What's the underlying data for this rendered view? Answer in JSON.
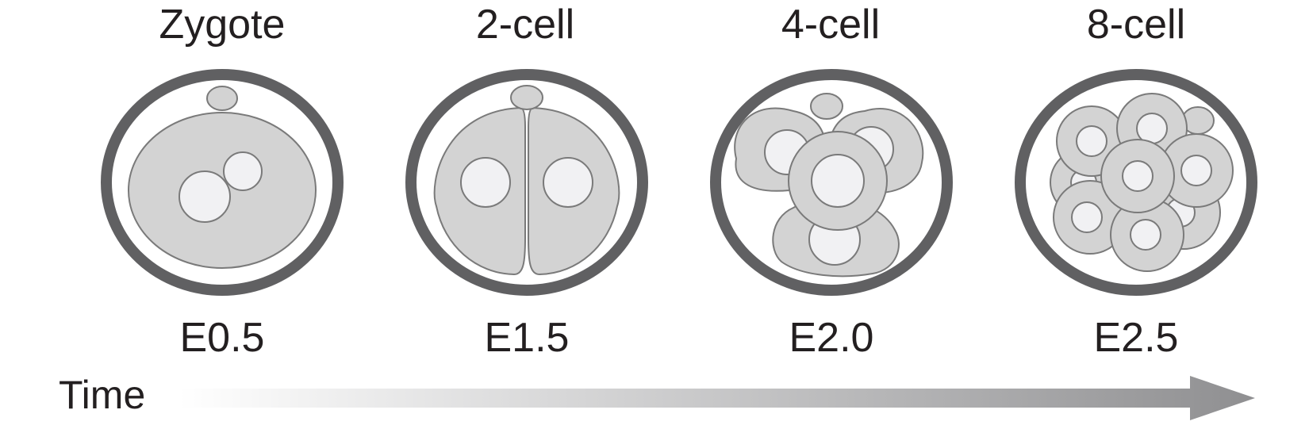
{
  "stages": [
    {
      "name": "Zygote",
      "time": "E0.5"
    },
    {
      "name": "2-cell",
      "time": "E1.5"
    },
    {
      "name": "4-cell",
      "time": "E2.0"
    },
    {
      "name": "8-cell",
      "time": "E2.5"
    }
  ],
  "axis": {
    "label": "Time"
  },
  "colors": {
    "zona": "#606062",
    "cytoplasm": "#d3d3d3",
    "nucleus": "#f1f1f3",
    "outline": "#7a7a7a",
    "arrow_start": "#ffffff",
    "arrow_end": "#8f8f91"
  }
}
